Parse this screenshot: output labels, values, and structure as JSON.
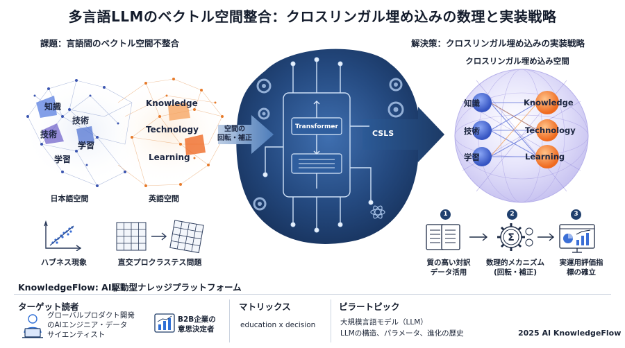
{
  "title": "多言語LLMのベクトル空間整合：クロスリンガル埋め込みの数理と実装戦略",
  "left_heading": "課題：言語間のベクトル空間不整合",
  "right_heading": "解決策：クロスリンガル埋め込みの実装戦略",
  "cross_space_label": "クロスリンガル埋め込み空間",
  "jp_terms": [
    "知識",
    "技術",
    "技術",
    "学習",
    "学習"
  ],
  "en_terms": [
    "Knowledge",
    "Technology",
    "Learning"
  ],
  "jp_space_label": "日本語空間",
  "en_space_label": "英語空間",
  "hubness_label": "ハブネス現象",
  "procrustes_label": "直交プロクラステス問題",
  "rotation_label_line1": "空間の",
  "rotation_label_line2": "回転・補正",
  "transformer_label": "Transformer",
  "csls_label": "CSLS",
  "right_jp_terms": [
    "知識",
    "技術",
    "学習"
  ],
  "right_en_terms": [
    "Knowledge",
    "Technology",
    "Learning"
  ],
  "steps": [
    {
      "num": "1",
      "line1": "質の高い対訳",
      "line2": "データ活用"
    },
    {
      "num": "2",
      "line1": "数理的メカニズム",
      "line2": "(回転・補正)"
    },
    {
      "num": "3",
      "line1": "実運用評価指",
      "line2": "標の確立"
    }
  ],
  "platform_line": "KnowledgeFlow: AI駆動型ナレッジプラットフォーム",
  "target_heading": "ターゲット読者",
  "target_1": [
    "グローバルプロダクト開発",
    "のAIエンジニア・データ",
    "サイエンティスト"
  ],
  "target_2": [
    "B2B企業の",
    "意思決定者"
  ],
  "matrix_heading": "マトリックス",
  "matrix_value": "education x decision",
  "pillar_heading": "ピラートピック",
  "pillar_line1": "大規模言語モデル（LLM）",
  "pillar_line2": "LLMの構造、パラメータ、進化の歴史",
  "footer_brand": "2025 AI KnowledgeFlow",
  "colors": {
    "navy": "#1c3a66",
    "blue": "#2f6fd6",
    "orange": "#f08a2c",
    "purple": "#6a5acd",
    "teal": "#3aa0c8"
  }
}
